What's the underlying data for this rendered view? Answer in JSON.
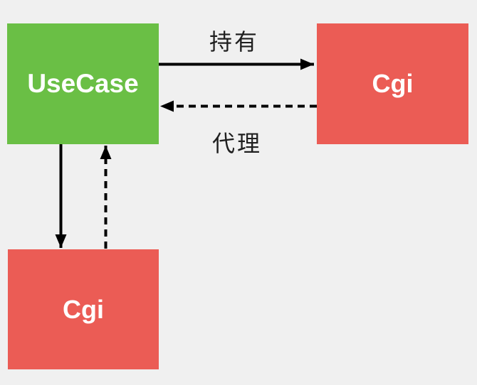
{
  "diagram": {
    "background_color": "#f0f0f0",
    "arrow_color": "#000000",
    "edge_label_color": "#1f1f1f",
    "nodes": [
      {
        "id": "usecase",
        "label": "UseCase",
        "fill": "#6abf45",
        "text_color": "#ffffff"
      },
      {
        "id": "cgi-top-right",
        "label": "Cgi",
        "fill": "#eb5c55",
        "text_color": "#ffffff"
      },
      {
        "id": "cgi-bottom-left",
        "label": "Cgi",
        "fill": "#eb5c55",
        "text_color": "#ffffff"
      }
    ],
    "edges": [
      {
        "from": "usecase",
        "to": "cgi-top-right",
        "style": "solid",
        "label": "持有"
      },
      {
        "from": "cgi-top-right",
        "to": "usecase",
        "style": "dashed",
        "label": "代理"
      },
      {
        "from": "usecase",
        "to": "cgi-bottom-left",
        "style": "solid",
        "label": ""
      },
      {
        "from": "cgi-bottom-left",
        "to": "usecase",
        "style": "dashed",
        "label": ""
      }
    ]
  }
}
